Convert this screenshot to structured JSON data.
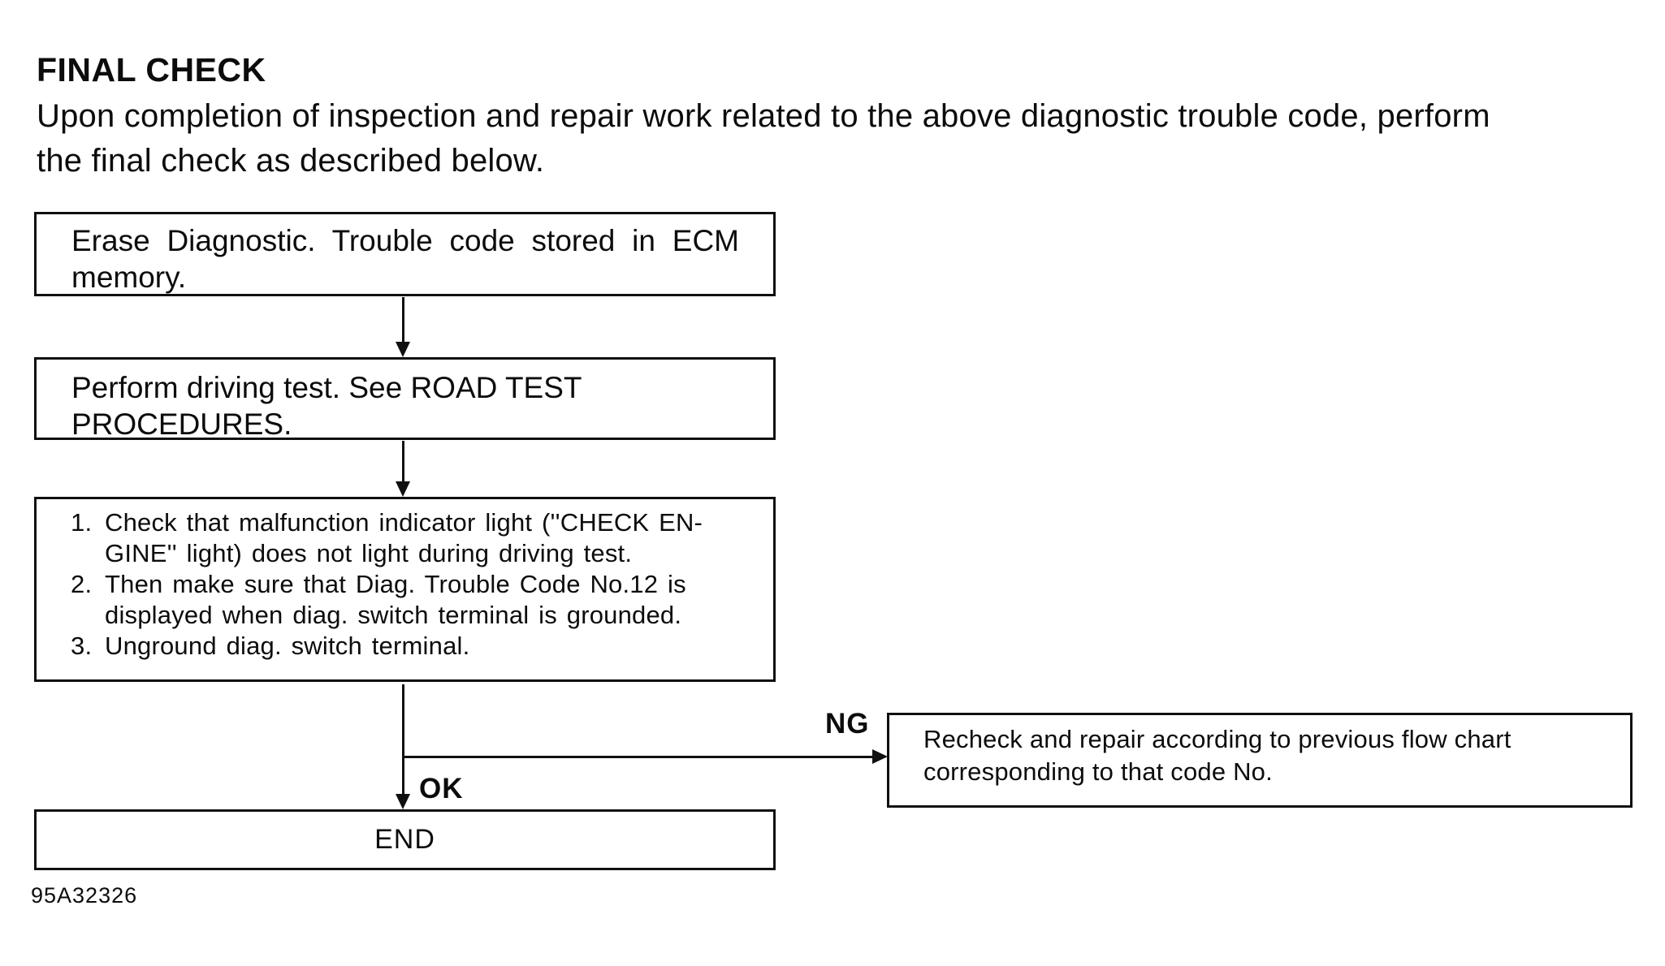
{
  "header": {
    "title": "FINAL CHECK",
    "intro_lines": [
      "Upon completion of inspection and repair work related to the above diagnostic trouble code, perform",
      "the final check as described below."
    ]
  },
  "flow": {
    "box1": {
      "line1": "Erase Diagnostic. Trouble code stored in ECM",
      "line2": "memory."
    },
    "box2": {
      "line1": "Perform driving test. See ROAD TEST",
      "line2": "PROCEDURES."
    },
    "box3": {
      "items": [
        {
          "num": "1.",
          "line1": "Check that malfunction indicator light (''CHECK EN-",
          "line2": "GINE'' light) does not light during driving test."
        },
        {
          "num": "2.",
          "line1": "Then make sure that Diag. Trouble Code No.12 is",
          "line2": "displayed when diag. switch terminal is grounded."
        },
        {
          "num": "3.",
          "line1": "Unground diag. switch terminal."
        }
      ]
    },
    "labels": {
      "ok": "OK",
      "ng": "NG"
    },
    "ng_box": {
      "line1": "Recheck and repair according to previous flow chart",
      "line2": "corresponding to that code No."
    },
    "end_box": {
      "label": "END"
    }
  },
  "footer": {
    "code": "95A32326"
  }
}
